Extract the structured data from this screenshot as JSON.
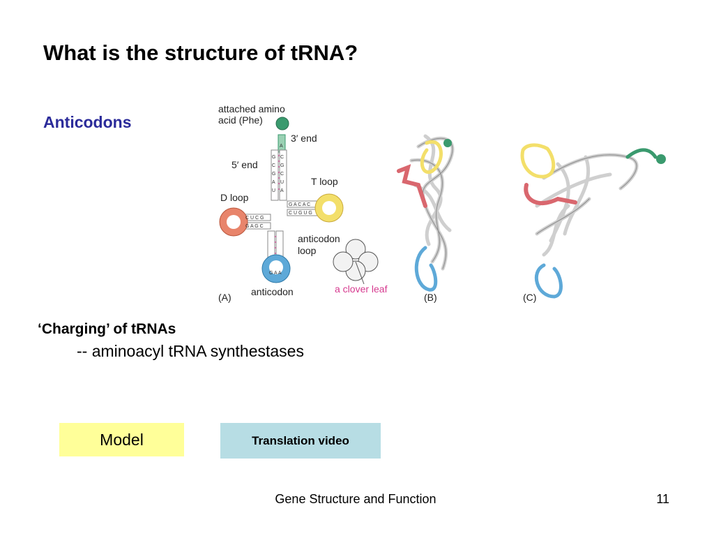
{
  "slide": {
    "title": "What is the structure of tRNA?",
    "subtitle": "Anticodons",
    "bullet_heading": "‘Charging’ of tRNAs",
    "bullet_detail": "-- aminoacyl tRNA synthestases",
    "footer": "Gene Structure and Function",
    "page_number": "11"
  },
  "buttons": {
    "model": "Model",
    "video": "Translation video"
  },
  "figure": {
    "labels": {
      "amino_acid_line1": "attached amino",
      "amino_acid_line2": "acid (Phe)",
      "three_end": "3′ end",
      "five_end": "5′ end",
      "t_loop": "T loop",
      "d_loop": "D loop",
      "anticodon_loop_line1": "anticodon",
      "anticodon_loop_line2": "loop",
      "anticodon": "anticodon",
      "clover_leaf": "a clover leaf",
      "panel_a": "(A)",
      "panel_b": "(B)",
      "panel_c": "(C)"
    },
    "colors": {
      "d_loop": "#e8846b",
      "t_loop": "#f3df6a",
      "anticodon": "#5ea9d8",
      "acceptor": "#3a9a6e",
      "highlight_pink": "#d63a8f"
    }
  }
}
